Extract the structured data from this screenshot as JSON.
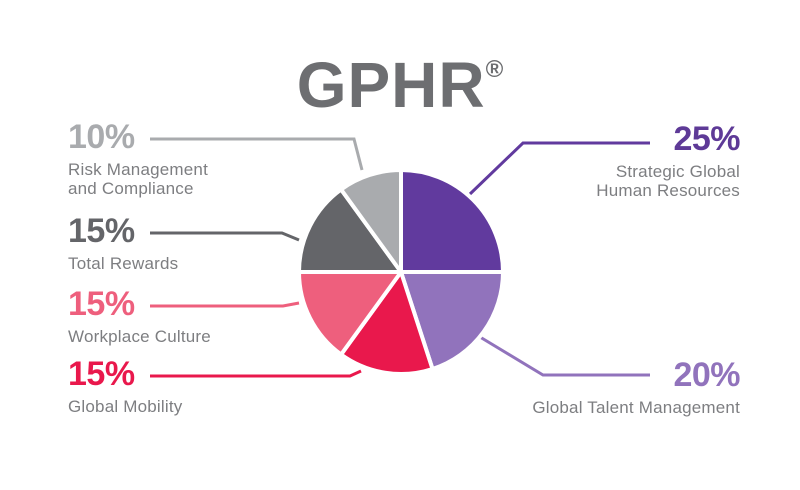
{
  "title": {
    "text": "GPHR",
    "mark": "®",
    "color": "#6d6e71"
  },
  "theme": {
    "background": "#ffffff",
    "label_text_color": "#7d7e81",
    "slice_divider_color": "#ffffff"
  },
  "chart_data": {
    "type": "pie",
    "title": "GPHR®",
    "direction": "clockwise",
    "start_angle_deg_from_12": 0,
    "legend_position": "callouts-left-right",
    "slices": [
      {
        "id": "strategic-global-human-resources",
        "label": "Strategic Global Human Resources",
        "value_pct": 25,
        "color": "#613a9e"
      },
      {
        "id": "global-talent-management",
        "label": "Global Talent Management",
        "value_pct": 20,
        "color": "#9173bc"
      },
      {
        "id": "global-mobility",
        "label": "Global Mobility",
        "value_pct": 15,
        "color": "#e9184c"
      },
      {
        "id": "workplace-culture",
        "label": "Workplace Culture",
        "value_pct": 15,
        "color": "#ee5f7d"
      },
      {
        "id": "total-rewards",
        "label": "Total Rewards",
        "value_pct": 15,
        "color": "#646569"
      },
      {
        "id": "risk-management-and-compliance",
        "label": "Risk Management and Compliance",
        "value_pct": 10,
        "color": "#a9abae"
      }
    ]
  },
  "callouts": {
    "left": [
      {
        "pct": "10%",
        "color": "#a9abae",
        "lines": [
          "Risk Management",
          "and Compliance"
        ]
      },
      {
        "pct": "15%",
        "color": "#646569",
        "lines": [
          "Total Rewards"
        ]
      },
      {
        "pct": "15%",
        "color": "#ee5f7d",
        "lines": [
          "Workplace Culture"
        ]
      },
      {
        "pct": "15%",
        "color": "#e9184c",
        "lines": [
          "Global Mobility"
        ]
      }
    ],
    "right": [
      {
        "pct": "25%",
        "color": "#5e3a97",
        "lines": [
          "Strategic Global",
          "Human Resources"
        ]
      },
      {
        "pct": "20%",
        "color": "#9173bc",
        "lines": [
          "Global Talent Management"
        ]
      }
    ]
  }
}
